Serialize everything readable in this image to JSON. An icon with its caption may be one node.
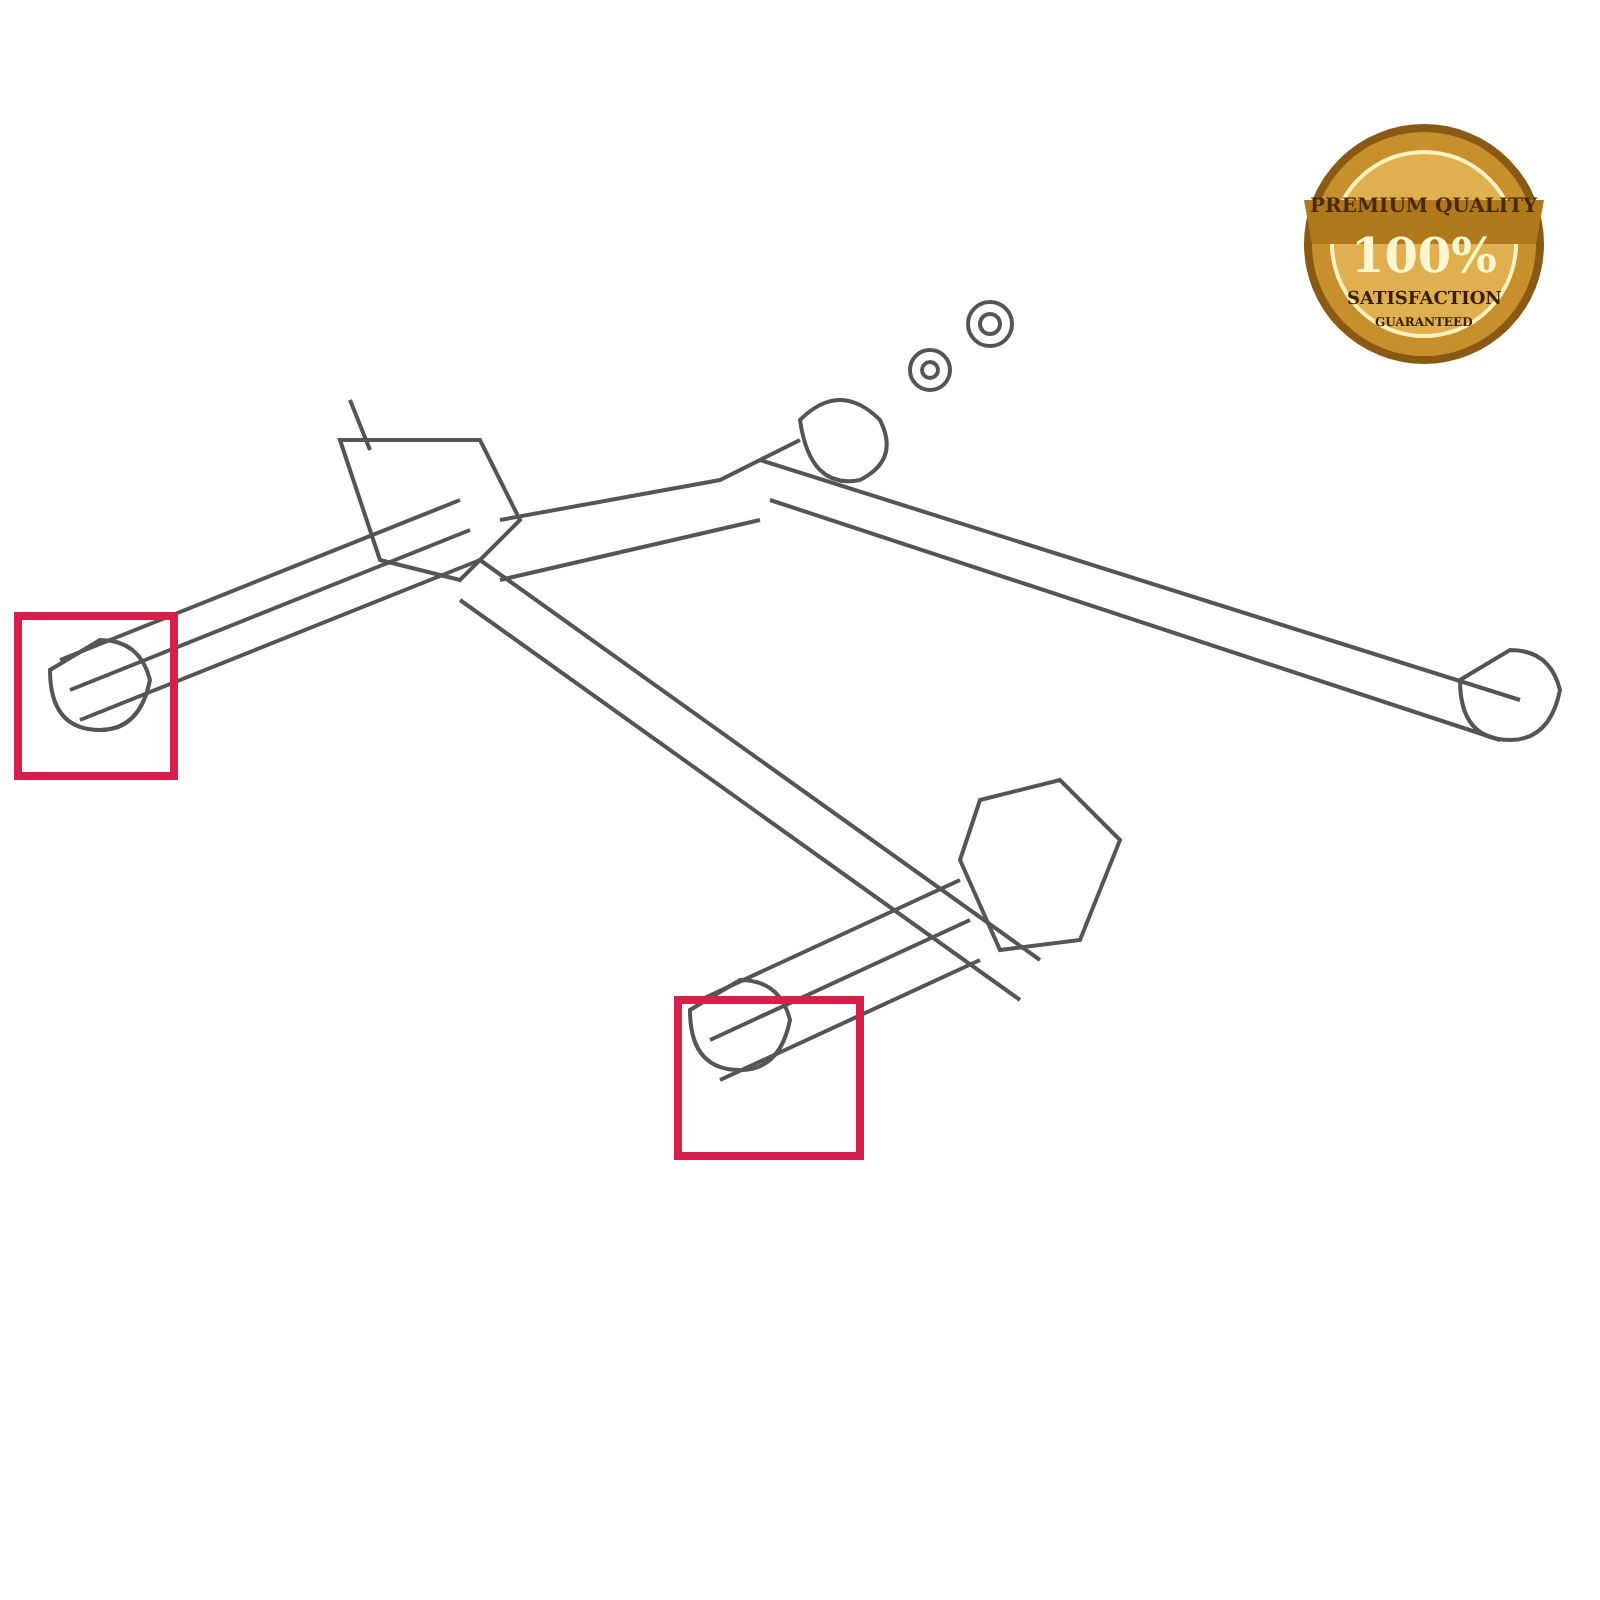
{
  "diagram": {
    "labels": [
      "PREMIUM QUALITY",
      "100%",
      "SATISFACTION",
      "GUARANTEED"
    ]
  }
}
